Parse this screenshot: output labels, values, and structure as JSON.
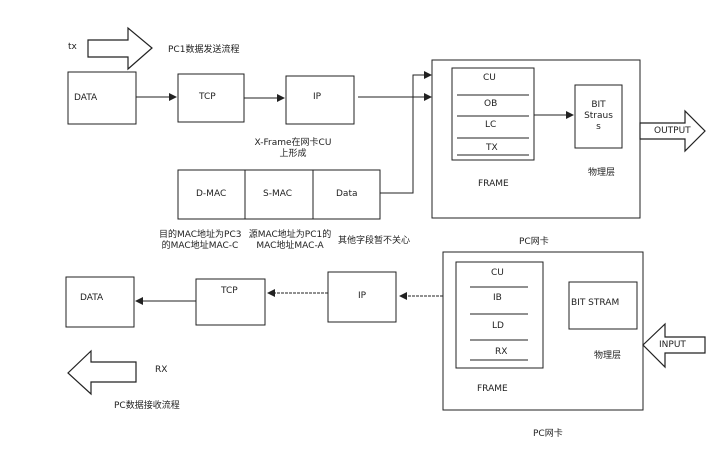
{
  "send": {
    "tx_label": "tx",
    "title": "PC1数据发送流程",
    "data": "DATA",
    "tcp": "TCP",
    "ip": "IP",
    "xframe_note_line1": "X-Frame在网卡CU",
    "xframe_note_line2": "上形成",
    "dmac": "D-MAC",
    "smac": "S-MAC",
    "payload": "Data",
    "dmac_note_line1": "目的MAC地址为PC3",
    "dmac_note_line2": "的MAC地址MAC-C",
    "smac_note_line1": "源MAC地址为PC1的",
    "smac_note_line2": "MAC地址MAC-A",
    "data_note": "其他字段暂不关心",
    "nic": {
      "cu": "CU",
      "ob": "OB",
      "lc": "LC",
      "tx": "TX",
      "frame_label": "FRAME",
      "bit_line1": "BIT",
      "bit_line2": "Straus",
      "bit_line3": "s",
      "phy_label": "物理层",
      "output": "OUTPUT",
      "card_label": "PC网卡"
    }
  },
  "recv": {
    "data": "DATA",
    "tcp": "TCP",
    "ip": "IP",
    "rx_label": "RX",
    "title": "PC数据接收流程",
    "nic": {
      "cu": "CU",
      "ib": "IB",
      "ld": "LD",
      "rx": "RX",
      "frame_label": "FRAME",
      "bit": "BIT STRAM",
      "phy_label": "物理层",
      "input": "INPUT",
      "card_label": "PC网卡"
    }
  }
}
